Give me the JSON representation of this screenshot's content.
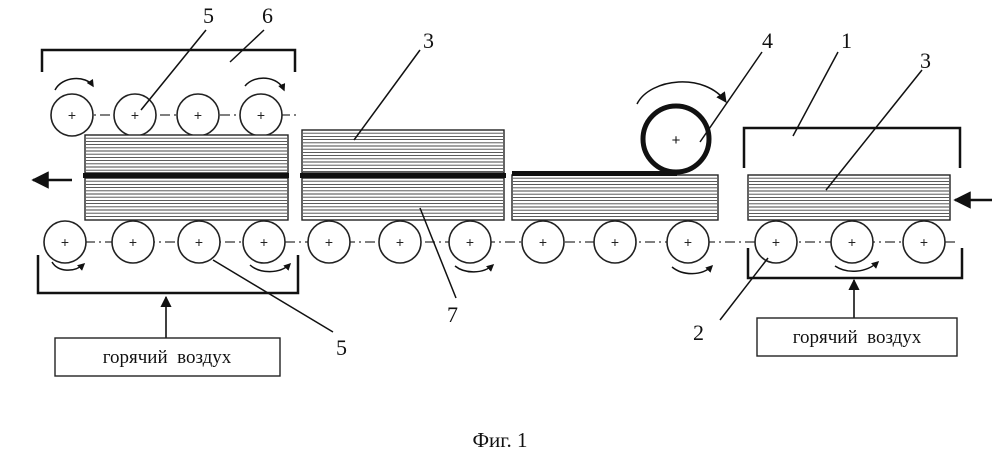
{
  "labels": {
    "l1": "1",
    "l2": "2",
    "l3a": "3",
    "l3b": "3",
    "l4": "4",
    "l5a": "5",
    "l5b": "5",
    "l6": "6",
    "l7": "7"
  },
  "hot_air_left": "горячий  воздух",
  "hot_air_right": "горячий  воздух",
  "caption": "Фиг. 1",
  "roller_mark": "+"
}
